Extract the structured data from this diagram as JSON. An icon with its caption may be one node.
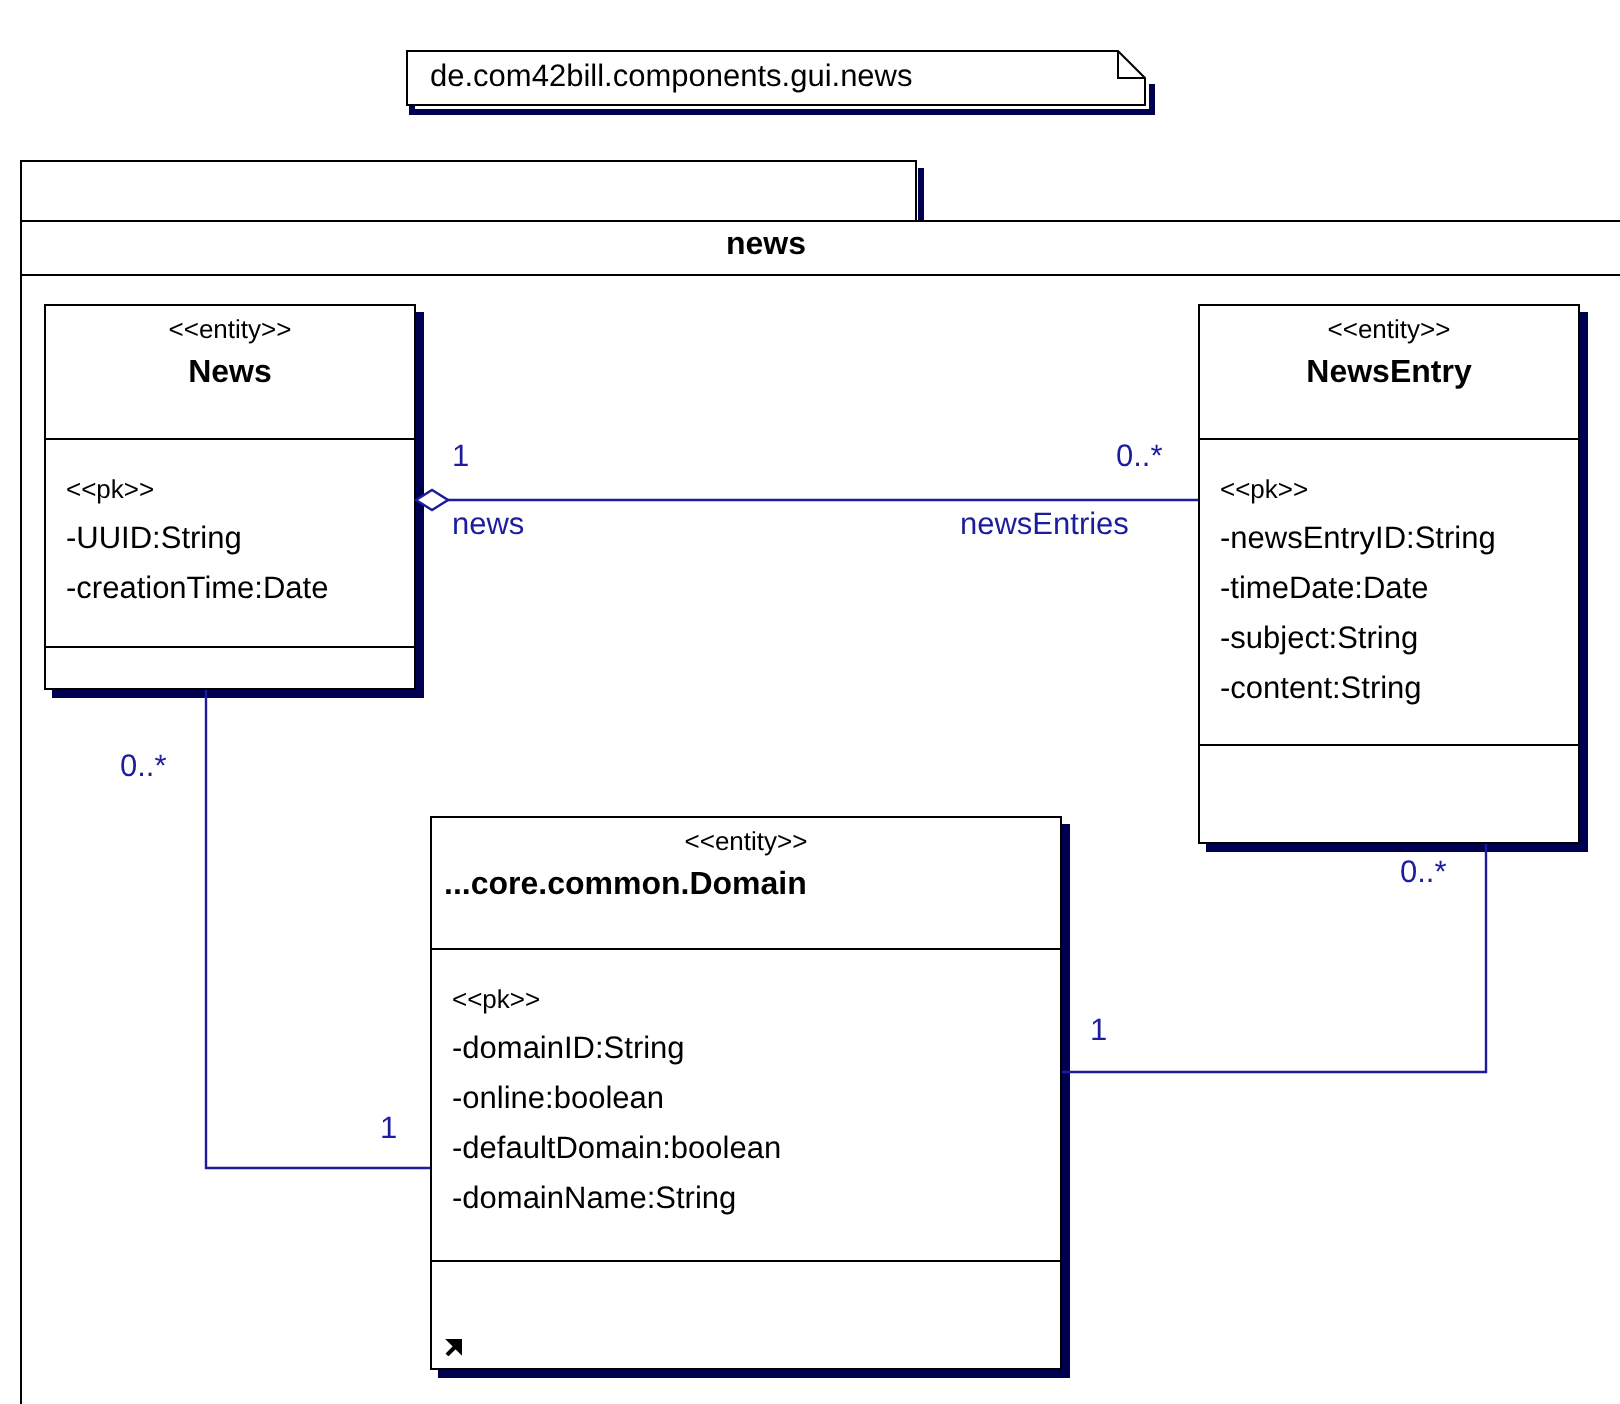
{
  "diagram": {
    "nodes": [
      {
        "text": [
          "de.com42bill.components.gui.news"
        ]
      },
      {
        "text": [
          "news"
        ]
      },
      {
        "text": [
          "<<entity>>",
          "News",
          "<<pk>>",
          "-UUID:String",
          "-creationTime:Date"
        ],
        "in": 1
      },
      {
        "text": [
          "<<entity>>",
          "NewsEntry",
          "<<pk>>",
          "-newsEntryID:String",
          "-timeDate:Date",
          "-subject:String",
          "-content:String"
        ],
        "in": 1
      },
      {
        "text": [
          "<<entity>>",
          "...core.common.Domain",
          "<<pk>>",
          "-domainID:String",
          "-online:boolean",
          "-defaultDomain:boolean",
          "-domainName:String"
        ],
        "in": 1
      }
    ],
    "edges": [
      {
        "from": 2,
        "to": 3,
        "arrow": "other"
      },
      {
        "from": 2,
        "to": 4,
        "arrow": "none"
      },
      {
        "from": 3,
        "to": 4,
        "arrow": "none"
      }
    ],
    "labels": [
      "1",
      "0..*",
      "news",
      "newsEntries",
      "0..*",
      "0..*",
      "1",
      "1"
    ]
  }
}
